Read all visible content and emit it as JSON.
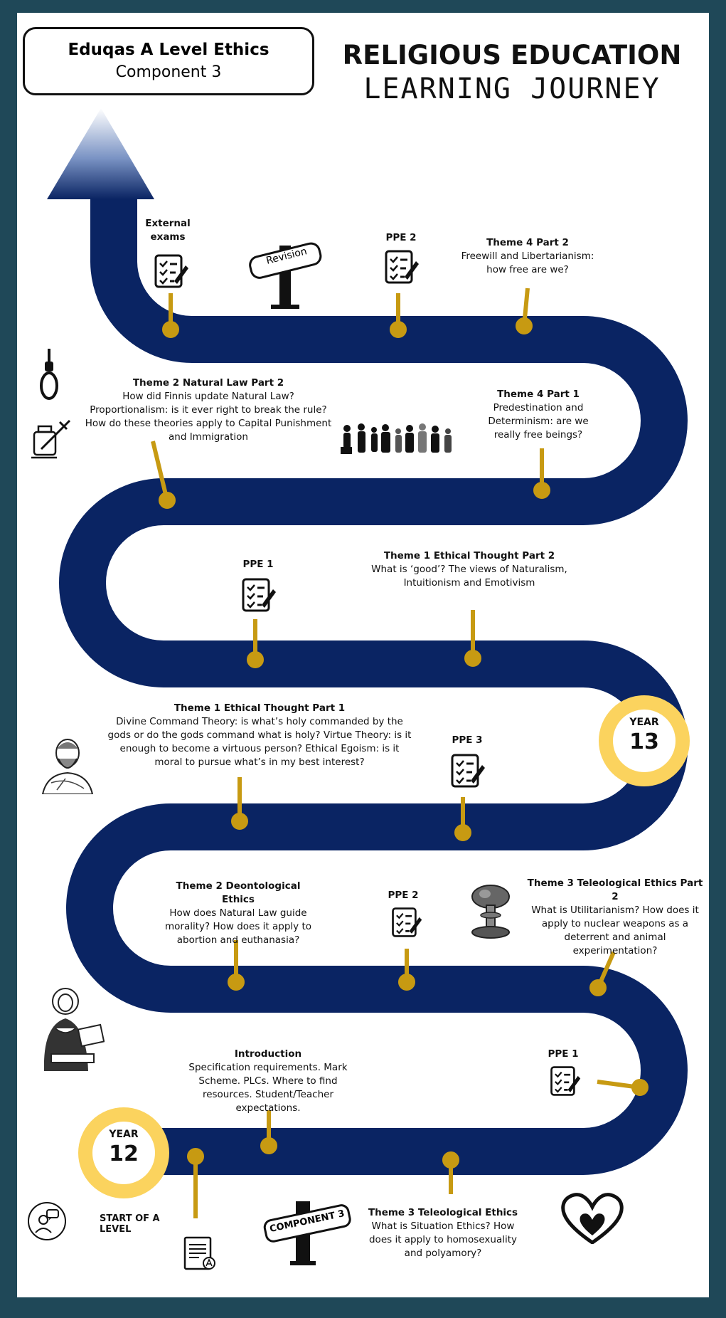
{
  "header": {
    "course_line1": "Eduqas A Level Ethics",
    "course_line2": "Component 3",
    "title": "RELIGIOUS EDUCATION",
    "subtitle": "LEARNING JOURNEY"
  },
  "colors": {
    "road": "#0a2463",
    "pin": "#c79a12",
    "badge": "#fbd35e",
    "frame": "#1f4858"
  },
  "signs": {
    "revision": "Revision",
    "component": "COMPONENT 3"
  },
  "years": {
    "year_label": "YEAR",
    "year13": "13",
    "year12": "12"
  },
  "start_label": "START OF A LEVEL",
  "stops": {
    "external": {
      "title": "External exams"
    },
    "ppe2_top": {
      "title": "PPE 2"
    },
    "theme4p2": {
      "title": "Theme 4 Part 2",
      "body": "Freewill and Libertarianism: how free are we?"
    },
    "theme2nl2": {
      "title": "Theme 2 Natural Law Part 2",
      "body": "How did Finnis update Natural Law? Proportionalism:  is it ever right to break the rule? How do these theories apply to Capital Punishment and Immigration"
    },
    "theme4p1": {
      "title": "Theme 4 Part 1",
      "body": "Predestination and Determinism: are we really free beings?"
    },
    "ppe1_mid": {
      "title": "PPE 1"
    },
    "theme1p2": {
      "title": "Theme 1 Ethical Thought Part 2",
      "body": "What is ‘good’? The views of Naturalism, Intuitionism and Emotivism"
    },
    "theme1p1": {
      "title": "Theme 1 Ethical Thought Part 1",
      "body": "Divine Command  Theory: is what’s holy commanded  by the gods or do the gods command  what is holy? Virtue Theory:  is it enough to become  a virtuous person? Ethical Egoism: is it moral to pursue what’s in my best interest?"
    },
    "ppe3": {
      "title": "PPE 3"
    },
    "theme2deon": {
      "title": "Theme 2 Deontological Ethics",
      "body": "How does Natural Law guide morality? How does it apply to abortion and euthanasia?"
    },
    "ppe2_low": {
      "title": "PPE 2"
    },
    "theme3p2": {
      "title": "Theme 3 Teleological Ethics Part 2",
      "body": "What is Utilitarianism? How does it apply to nuclear weapons as a deterrent and animal experimentation?"
    },
    "intro": {
      "title": "Introduction",
      "body": "Specification requirements. Mark Scheme.  PLCs. Where to find resources. Student/Teacher expectations."
    },
    "ppe1_low": {
      "title": "PPE 1"
    },
    "theme3": {
      "title": "Theme 3 Teleological Ethics",
      "body": "What is Situation Ethics? How does it apply to homosexuality and polyamory?"
    }
  }
}
